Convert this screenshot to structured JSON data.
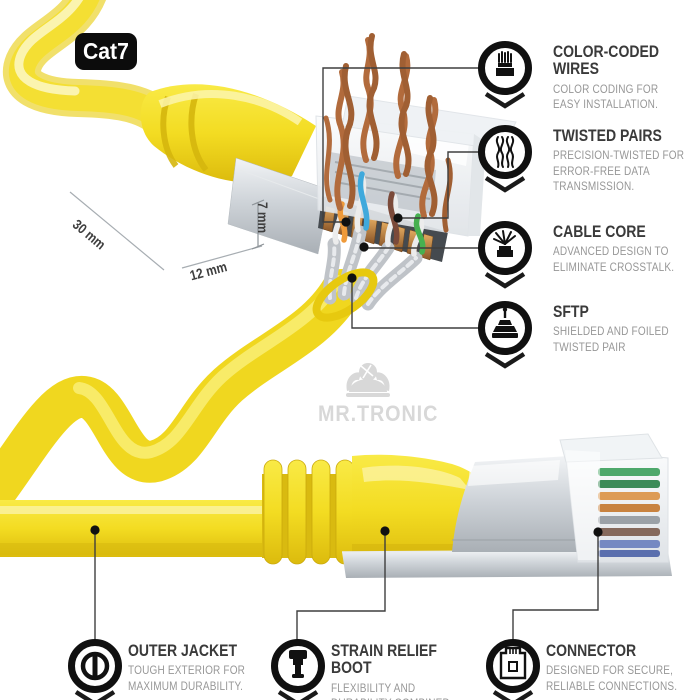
{
  "product": {
    "badge_label": "Cat7",
    "watermark_brand": "MR.TRONIC"
  },
  "dimensions": {
    "length": "30 mm",
    "width": "12 mm",
    "height": "7 mm"
  },
  "features_right": [
    {
      "icon": "color-coded-wires-icon",
      "title": "COLOR-CODED WIRES",
      "desc": [
        "COLOR CODING FOR",
        "EASY INSTALLATION."
      ]
    },
    {
      "icon": "twisted-pairs-icon",
      "title": "TWISTED PAIRS",
      "desc": [
        "PRECISION-TWISTED FOR",
        "ERROR-FREE DATA",
        "TRANSMISSION."
      ]
    },
    {
      "icon": "cable-core-icon",
      "title": "CABLE CORE",
      "desc": [
        "ADVANCED DESIGN TO",
        "ELIMINATE CROSSTALK."
      ]
    },
    {
      "icon": "sftp-icon",
      "title": "SFTP",
      "desc": [
        "SHIELDED AND FOILED",
        "TWISTED PAIR"
      ]
    }
  ],
  "features_bottom": [
    {
      "icon": "outer-jacket-icon",
      "title": "OUTER JACKET",
      "desc": [
        "TOUGH EXTERIOR FOR",
        "MAXIMUM DURABILITY."
      ]
    },
    {
      "icon": "strain-relief-boot-icon",
      "title": "STRAIN RELIEF BOOT",
      "desc": [
        "FLEXIBILITY AND",
        "DURABILITY COMBINED"
      ]
    },
    {
      "icon": "connector-icon",
      "title": "CONNECTOR",
      "desc": [
        "DESIGNED FOR SECURE,",
        "RELIABLE CONNECTIONS."
      ]
    }
  ],
  "colors": {
    "cable_yellow": "#f3dc22",
    "accent_black": "#111111",
    "title_gray": "#3a3a3a",
    "desc_gray": "#979797",
    "watermark_gray": "#d8d8d8",
    "copper": "#b26b3c",
    "pair_orange": "#ef9a3a",
    "pair_blue": "#3fa9dc",
    "pair_green": "#46b050",
    "pair_brown": "#7b4a3a"
  }
}
